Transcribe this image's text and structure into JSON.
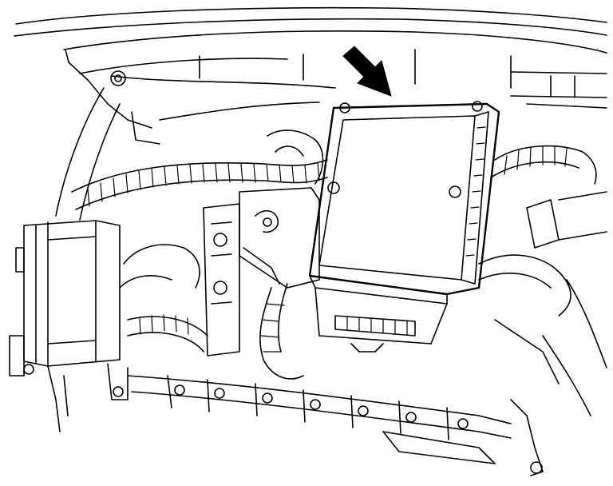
{
  "diagram": {
    "ink_color": "#000000",
    "paper_color": "#ffffff",
    "callout": {
      "icon": "arrow-pointer-icon"
    },
    "components": [
      "electronic-control-module",
      "wiring-harness",
      "mounting-bracket",
      "relay-box",
      "dashboard-panel",
      "lower-crossmember",
      "harness-connector"
    ]
  }
}
